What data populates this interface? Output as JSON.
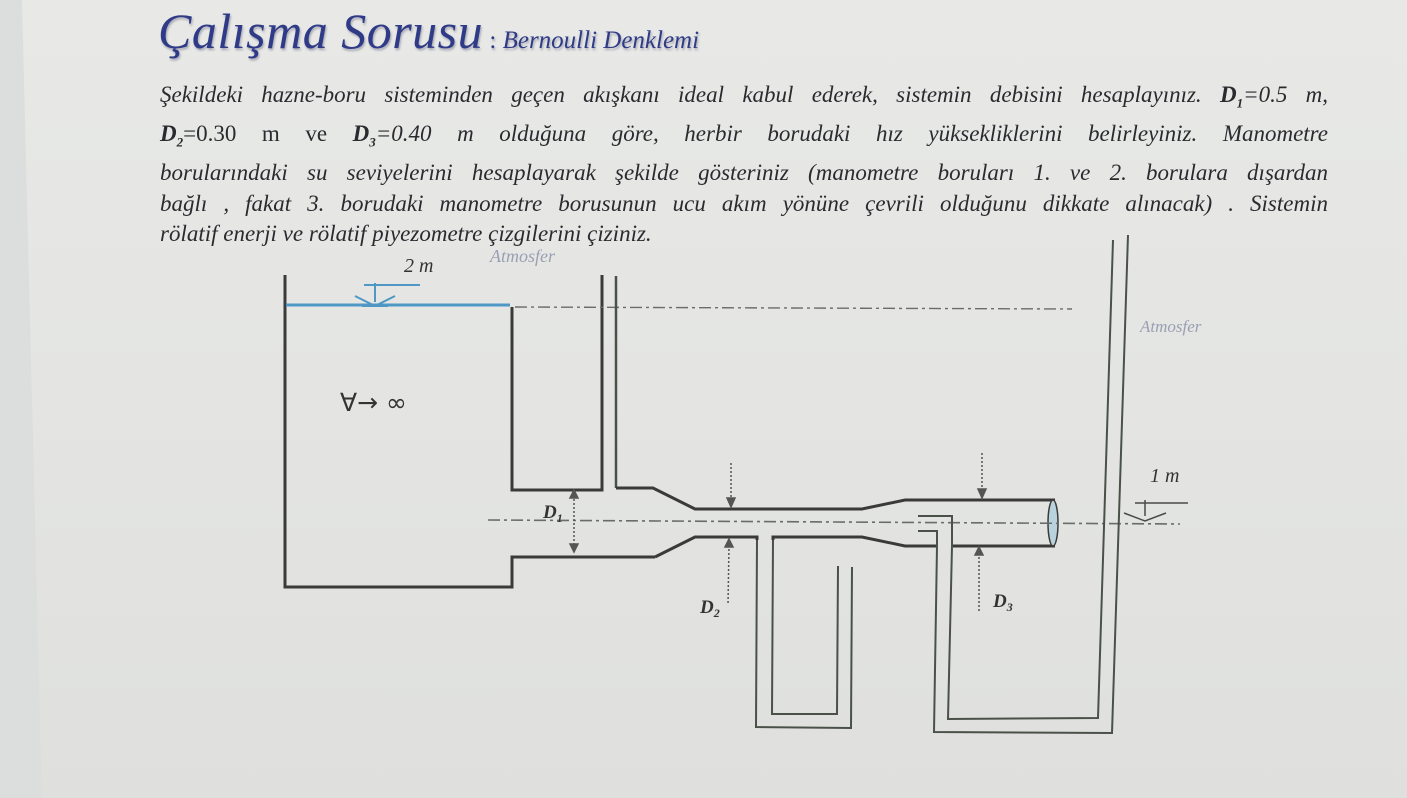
{
  "title": {
    "main": "Çalışma Sorusu",
    "separator": " : ",
    "subtitle": "Bernoulli Denklemi"
  },
  "problem": {
    "lines": [
      "Şekildeki hazne-boru sisteminden geçen akışkanı ideal kabul ederek, sistemin debisini hesaplayınız. ",
      "=0.30  m  ve  ",
      "=0.40  m  olduğuna  göre,  herbir  borudaki  hız  yüksekliklerini  belirleyiniz.  Manometre",
      "borularındaki su seviyelerini hesaplayarak şekilde gösteriniz (manometre boruları 1. ve 2. borulara dışardan",
      "bağlı , fakat 3. borudaki manometre borusunun ucu akım yönüne çevrili olduğunu dikkate alınacak) . Sistemin",
      "rölatif enerji ve rölatif piyezometre çizgilerini çiziniz."
    ],
    "d1_symbol": "D",
    "d1_sub": "1",
    "d1_value": "=0.5 m,",
    "d2_symbol": "D",
    "d2_sub": "2",
    "d3_symbol": "D",
    "d3_sub": "3"
  },
  "diagram": {
    "reservoir_height_label": "2 m",
    "reservoir_volume_label": "∀→ ∞",
    "atmosphere_label_1": "Atmosfer",
    "atmosphere_label_2": "Atmosfer",
    "outlet_height_label": "1 m",
    "d1_label": "D",
    "d1_sub": "1",
    "d2_label": "D",
    "d2_sub": "2",
    "d3_label": "D",
    "d3_sub": "3",
    "colors": {
      "title": "#2f3b86",
      "water_surface": "#4f97c4",
      "pipe_wall": "#3a3a38",
      "manometer_tube": "#4a5148",
      "atmosphere_text": "#9aa0b4",
      "dashed_line": "#6a6c6a"
    }
  }
}
